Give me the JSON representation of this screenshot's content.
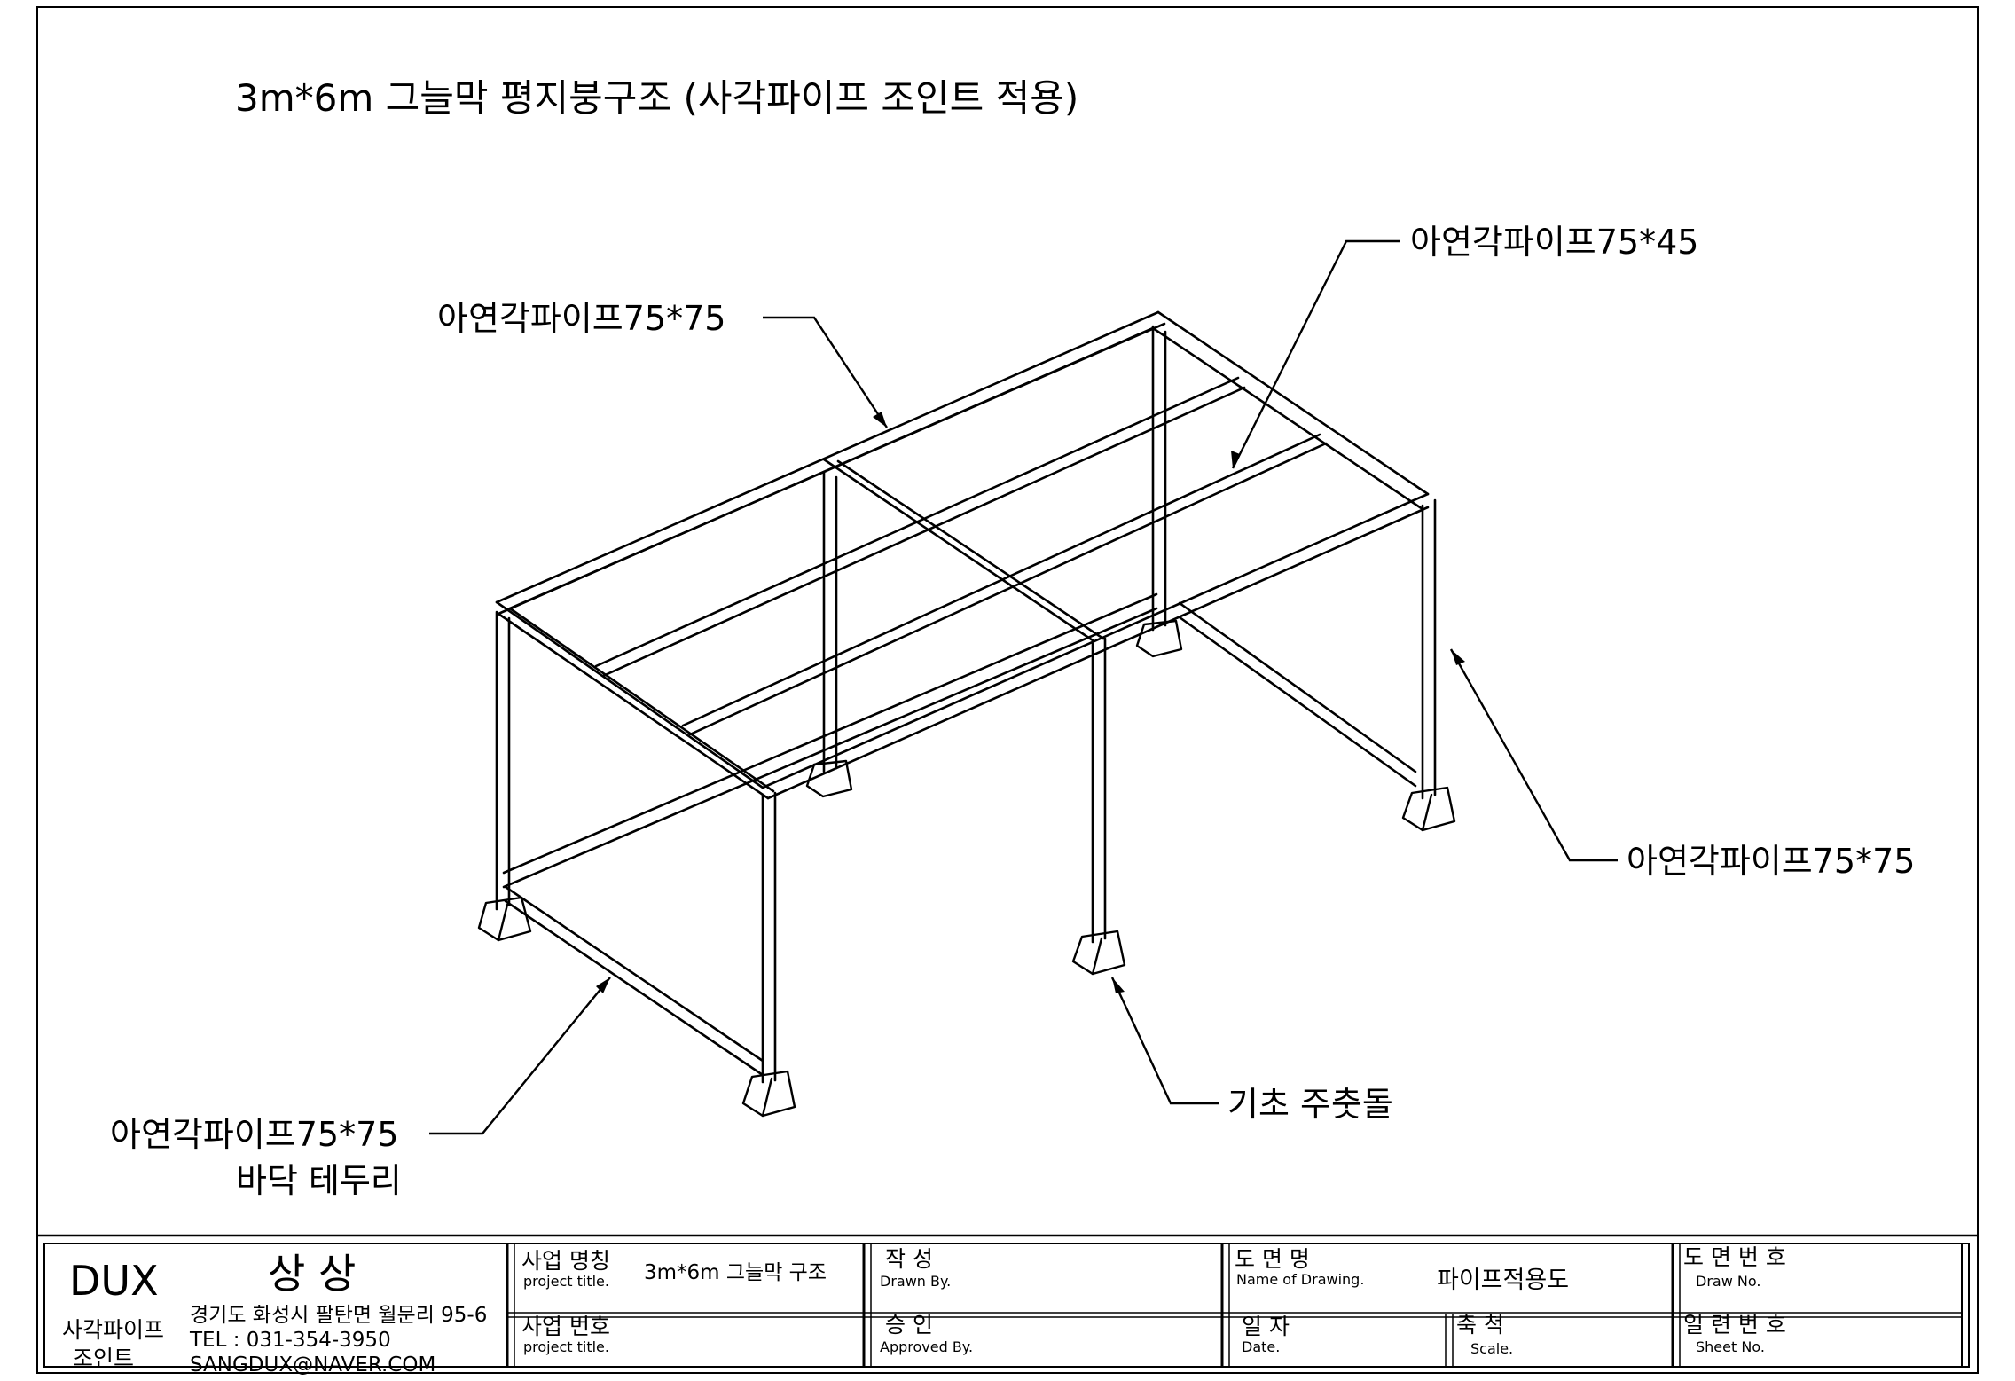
{
  "drawing": {
    "title": "3m*6m 그늘막 평지붕구조 (사각파이프 조인트 적용)",
    "callouts": {
      "top_left": "아연각파이프75*75",
      "top_right": "아연각파이프75*45",
      "right": "아연각파이프75*75",
      "bottom_left_1": "아연각파이프75*75",
      "bottom_left_2": "바닥 테두리",
      "bottom_center": "기초 주춧돌"
    }
  },
  "title_block": {
    "brand": "DUX",
    "company_name": "상 상",
    "product_line1": "사각파이프",
    "product_line2": "조인트",
    "address": "경기도 화성시 팔탄면 월문리 95-6",
    "tel": "TEL : 031-354-3950",
    "email": "SANGDUX@NAVER.COM",
    "project_title_kr": "사업 명칭",
    "project_title_en": "project title.",
    "project_title_value": "3m*6m 그늘막 구조",
    "project_no_kr": "사업 번호",
    "project_no_en": "project title.",
    "drawn_kr": "작 성",
    "drawn_en": "Drawn By.",
    "approved_kr": "승 인",
    "approved_en": "Approved By.",
    "drawing_name_kr": "도 면 명",
    "drawing_name_en": "Name of Drawing.",
    "drawing_name_value": "파이프적용도",
    "date_kr": "일 자",
    "date_en": "Date.",
    "scale_kr": "축 척",
    "scale_en": "Scale.",
    "draw_no_kr": "도 면 번 호",
    "draw_no_en": "Draw No.",
    "sheet_no_kr": "일 련 번 호",
    "sheet_no_en": "Sheet No."
  }
}
